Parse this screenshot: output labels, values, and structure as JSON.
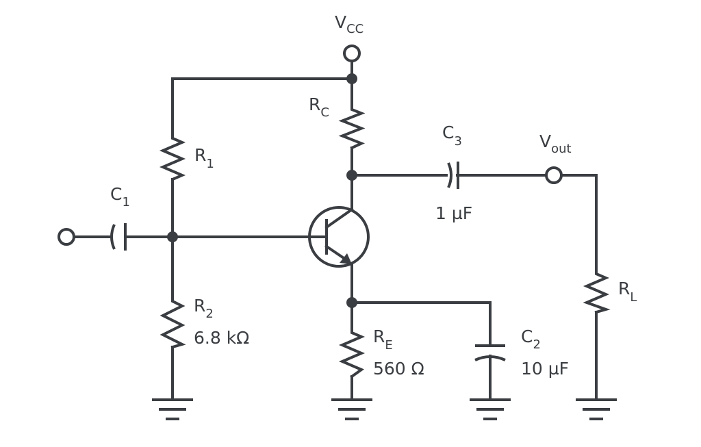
{
  "colors": {
    "ink": "#3a3d41",
    "background": "#ffffff"
  },
  "labels": {
    "vcc": {
      "main": "V",
      "sub": "CC"
    },
    "rc": {
      "main": "R",
      "sub": "C"
    },
    "r1": {
      "main": "R",
      "sub": "1"
    },
    "c1": {
      "main": "C",
      "sub": "1"
    },
    "c3": {
      "main": "C",
      "sub": "3",
      "value": "1 µF"
    },
    "vout": {
      "main": "V",
      "sub": "out"
    },
    "r2": {
      "main": "R",
      "sub": "2",
      "value": "6.8 kΩ"
    },
    "re": {
      "main": "R",
      "sub": "E",
      "value": "560 Ω"
    },
    "c2": {
      "main": "C",
      "sub": "2",
      "value": "10 µF"
    },
    "rl": {
      "main": "R",
      "sub": "L"
    }
  }
}
